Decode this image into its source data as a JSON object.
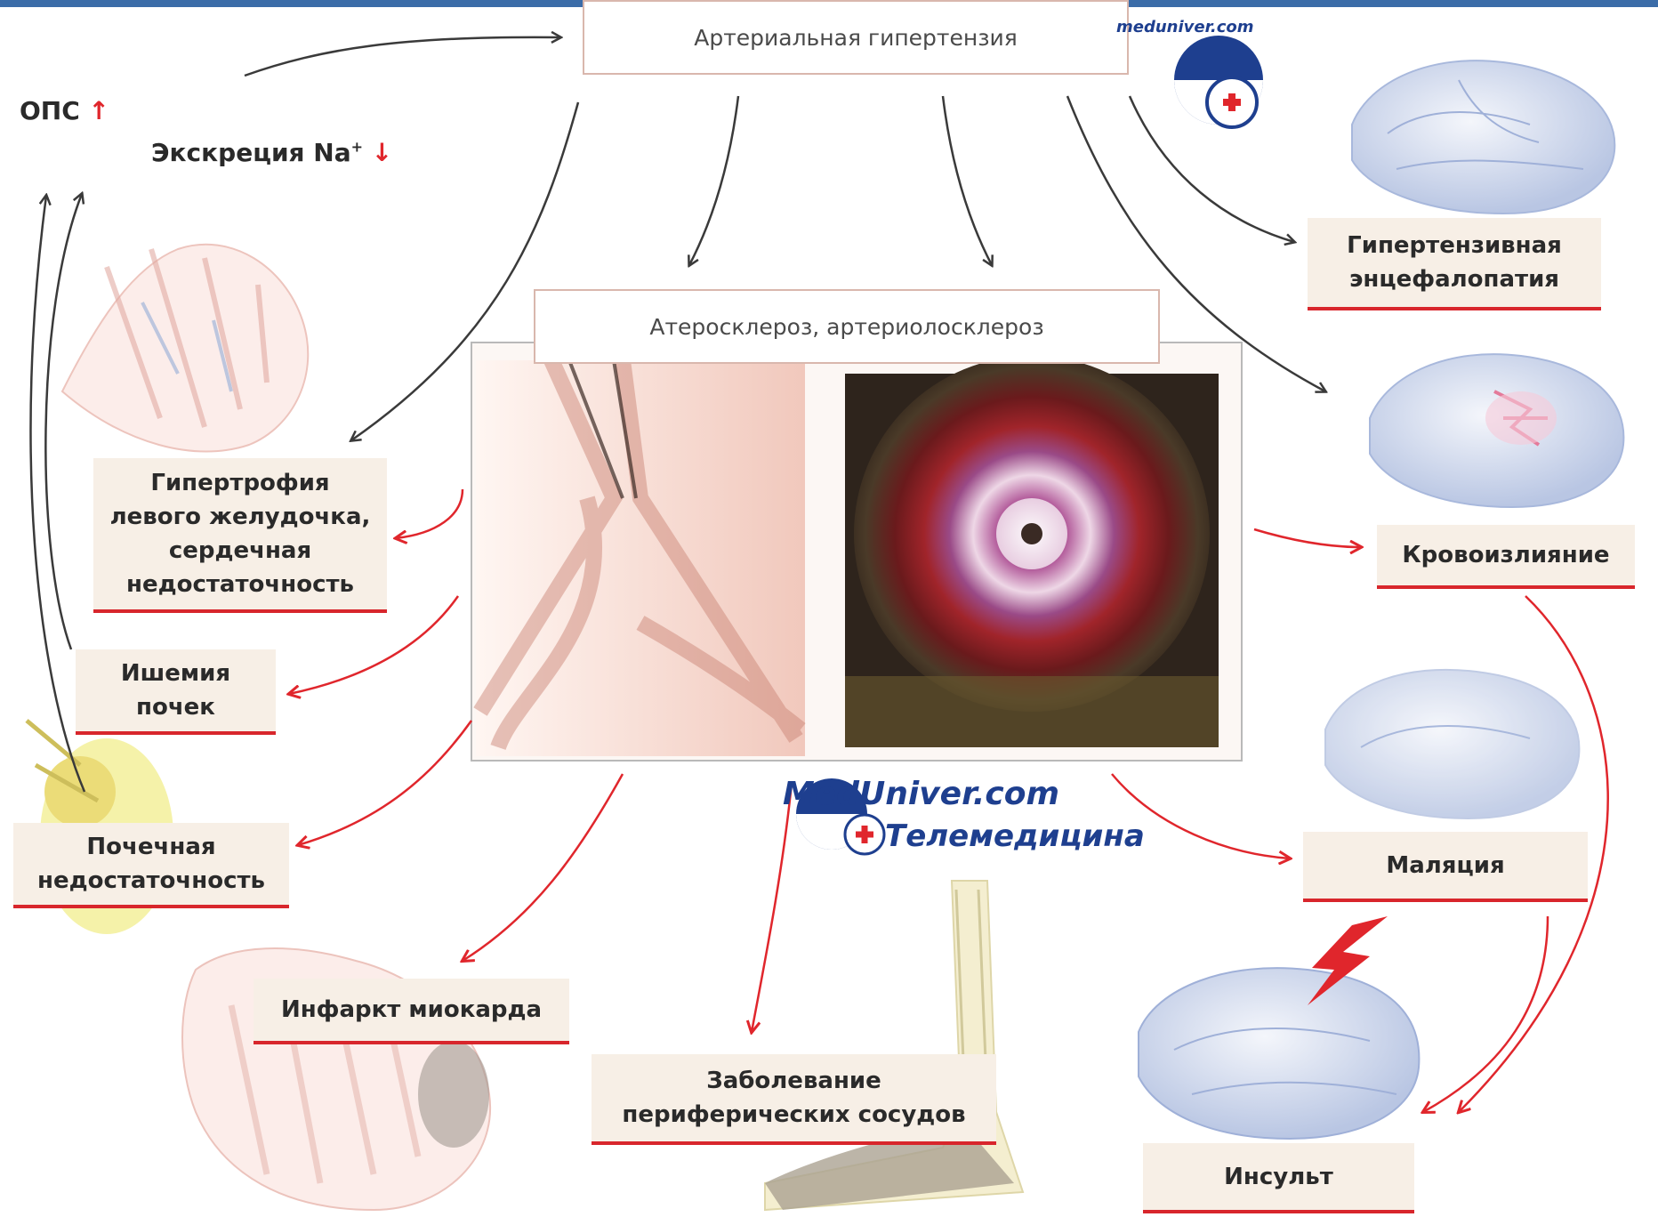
{
  "diagram": {
    "top_box": "Артериальная гипертензия",
    "center_box": "Атеросклероз, артериолосклероз",
    "ops": {
      "label": "ОПС",
      "arrow": "↑"
    },
    "na_excretion": {
      "label": "Экскреция Na",
      "sup": "+",
      "arrow": "↓"
    },
    "left": {
      "lvh": "Гипертрофия\nлевого желудочка,\nсердечная\nнедостаточность",
      "renal_ischemia": "Ишемия\nпочек",
      "renal_failure": "Почечная\nнедостаточность"
    },
    "bottom": {
      "mi": "Инфаркт миокарда",
      "pvd": "Заболевание\nпериферических сосудов"
    },
    "right": {
      "encephalopathy": "Гипертензивная\nэнцефалопатия",
      "hemorrhage": "Кровоизлияние",
      "malacia": "Маляция",
      "stroke": "Инсульт"
    }
  },
  "watermark": {
    "small": "meduniver.com",
    "large_line1": "MedUniver.com",
    "large_line2": "Телемедицина"
  },
  "colors": {
    "arrow_red": "#e0262c",
    "arrow_dark": "#3a3a3a",
    "underline": "#d8262c",
    "brand_blue": "#1e3f8f"
  }
}
